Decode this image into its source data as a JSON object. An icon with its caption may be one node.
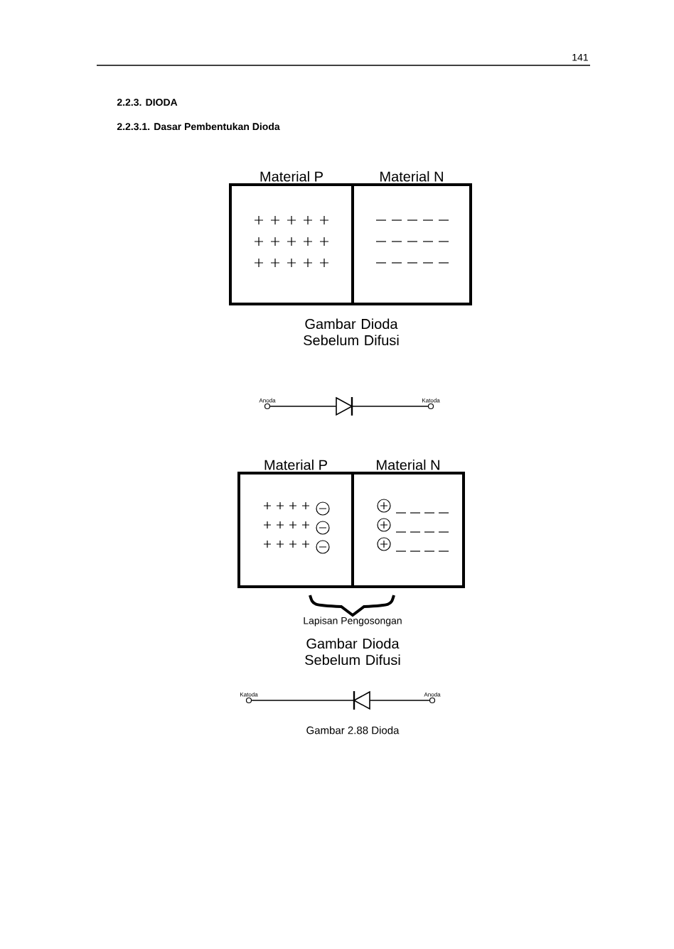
{
  "diagram": {
    "title": "2.2.3. DIODA",
    "caption": "Gambar 2.88 Dioda",
    "nodes": [
      {
        "text": [
          "Material P"
        ]
      },
      {
        "text": [
          "Material N"
        ]
      },
      {
        "text": [],
        "shape": "circle",
        "beside": [
          "Anoda"
        ]
      },
      {
        "text": [],
        "shape": "diode"
      },
      {
        "text": [],
        "shape": "circle",
        "beside": [
          "Katoda"
        ]
      },
      {
        "text": [
          "Material P"
        ]
      },
      {
        "text": [
          "Material N"
        ]
      },
      {
        "text": [],
        "shape": "circle",
        "beside": [
          "Katoda"
        ]
      },
      {
        "text": [],
        "shape": "diode"
      },
      {
        "text": [],
        "shape": "circle",
        "beside": [
          "Anoda"
        ]
      }
    ],
    "edges": [
      {
        "from": 2,
        "to": 3,
        "arrow": "none"
      },
      {
        "from": 3,
        "to": 4,
        "arrow": "none"
      },
      {
        "from": 7,
        "to": 8,
        "arrow": "none"
      },
      {
        "from": 8,
        "to": 9,
        "arrow": "none"
      }
    ],
    "labels": [
      "141",
      "2.2.3.1. Dasar Pembentukan Dioda",
      "Gambar Dioda Sebelum Difusi",
      "Lapisan Pengosongan",
      "Gambar Dioda Sebelum Difusi"
    ]
  }
}
